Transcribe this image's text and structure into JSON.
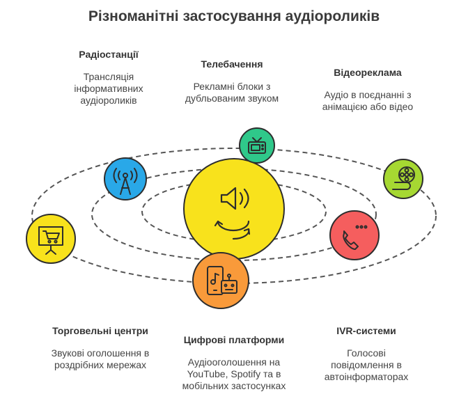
{
  "title": "Різноманітні застосування аудіороликів",
  "colors": {
    "center": "#F8E21C",
    "radio": "#29A8E8",
    "tv": "#2FC88A",
    "video": "#A6D832",
    "ivr": "#F55E5E",
    "digital": "#F99A3A",
    "retail": "#F8E21C",
    "orbit": "#555555",
    "outline": "#2d2d2d"
  },
  "items": [
    {
      "key": "radio",
      "icon": "radio-tower-icon",
      "heading": "Радіостанції",
      "desc": [
        "Трансляція",
        "інформативних",
        "аудіороликів"
      ]
    },
    {
      "key": "tv",
      "icon": "tv-icon",
      "heading": "Телебачення",
      "desc": [
        "Рекламні блоки з",
        "дубльованим звуком"
      ]
    },
    {
      "key": "video",
      "icon": "film-reel-icon",
      "heading": "Відеореклама",
      "desc": [
        "Аудіо в поєднанні з",
        "анімацією або відео"
      ]
    },
    {
      "key": "retail",
      "icon": "cart-board-icon",
      "heading": "Торговельні центри",
      "desc": [
        "Звукові оголошення в",
        "роздрібних мережах"
      ]
    },
    {
      "key": "digital",
      "icon": "phone-bot-icon",
      "heading": "Цифрові платформи",
      "desc": [
        "Аудіооголошення на",
        "YouTube, Spotify та в",
        "мобільних застосунках"
      ]
    },
    {
      "key": "ivr",
      "icon": "phone-call-icon",
      "heading": "IVR-системи",
      "desc": [
        "Голосові",
        "повідомлення в",
        "автоінформаторах"
      ]
    }
  ]
}
